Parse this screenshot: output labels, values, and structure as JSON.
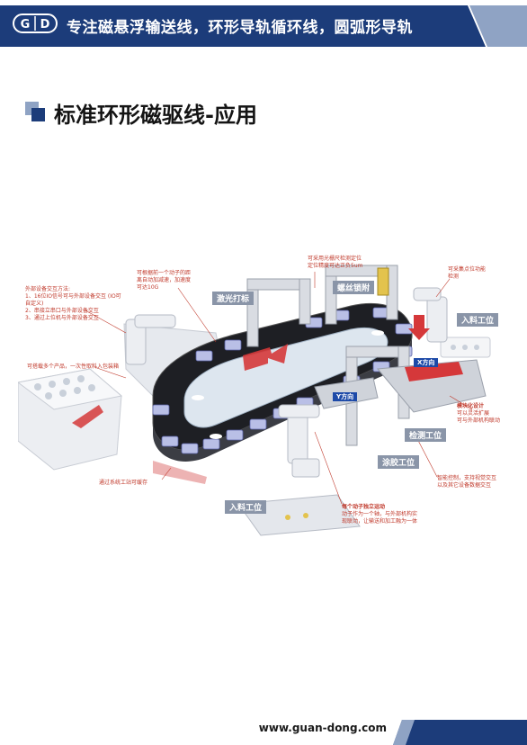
{
  "header": {
    "logo_text": "GD",
    "slogan": "专注磁悬浮输送线，环形导轨循环线，圆弧形导轨",
    "colors": {
      "banner": "#1c3c7a",
      "accent": "#8fa3c4"
    }
  },
  "section": {
    "title": "标准环形磁驱线-应用"
  },
  "diagram": {
    "stations": {
      "laser": "激光打标",
      "screw": "螺丝锁附",
      "loading_right": "入料工位",
      "inspection": "检测工位",
      "glue": "涂胶工位",
      "loading_front": "入料工位"
    },
    "direction_labels": {
      "x": "X方向",
      "y": "Y方向"
    },
    "annotations": {
      "external_interaction": [
        "外部设备交互方法:",
        "1、16位IO信号可与外部设备交互 (IO可",
        "自定义)",
        "2、串接立串口与外部设备交互",
        "3、通过上位机与外部设备交互"
      ],
      "speed": [
        "可根据前一个动子的距",
        "离自动加减速，加速度",
        "可达10G"
      ],
      "precision": [
        "可采用光栅尺检测定位",
        "定位精度可达正负5um"
      ],
      "station_control": [
        "可采集点位功能",
        "检测"
      ],
      "multi_product": "可搭载多个产品，一次性取料入包装箱",
      "cache": "通过系统工站可缓存",
      "modular": [
        "模块化设计",
        "可以灵活扩展",
        "可与外部机构联动"
      ],
      "smart_control": [
        "智能控制，支持视觉交互",
        "以及其它设备数据交互"
      ],
      "independent": [
        "每个动子独立运动",
        "动子作为一个轴，与外部机构实",
        "现联动，让输送和加工融为一体"
      ]
    }
  },
  "footer": {
    "url": "www.guan-dong.com"
  }
}
